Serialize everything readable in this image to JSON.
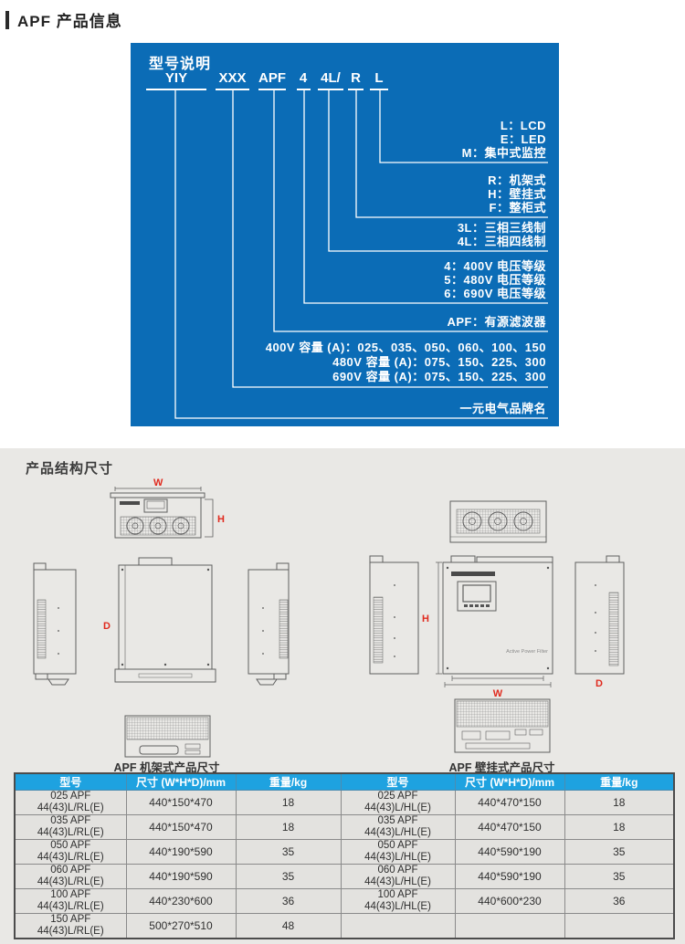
{
  "header": {
    "title": "APF 产品信息"
  },
  "model_box": {
    "title": "型号说明",
    "segments": [
      "YIY",
      "XXX",
      "APF",
      "4",
      "4L/",
      "R",
      "L"
    ],
    "groups": {
      "display": [
        "L：LCD",
        "E：LED",
        "M：集中式监控"
      ],
      "mount": [
        "R：机架式",
        "H：壁挂式",
        "F：整柜式"
      ],
      "wiring": [
        "3L：三相三线制",
        "4L：三相四线制"
      ],
      "voltage": [
        "4：400V 电压等级",
        "5：480V 电压等级",
        "6：690V 电压等级"
      ],
      "product": [
        "APF：有源滤波器"
      ],
      "capacity": [
        "400V 容量 (A)：025、035、050、060、100、150",
        "480V 容量 (A)：075、150、225、300",
        "690V 容量 (A)：075、150、225、300"
      ],
      "brand": [
        "一元电气品牌名"
      ]
    }
  },
  "structure": {
    "title": "产品结构尺寸",
    "dim_w": "W",
    "dim_h": "H",
    "dim_d": "D",
    "panel_text": "Active Power Filter",
    "captions": {
      "rack": "APF 机架式产品尺寸",
      "wall": "APF 壁挂式产品尺寸"
    }
  },
  "table": {
    "headers": [
      "型号",
      "尺寸 (W*H*D)/mm",
      "重量/kg",
      "型号",
      "尺寸 (W*H*D)/mm",
      "重量/kg"
    ],
    "rows": [
      {
        "m1a": "025 APF",
        "m1b": "44(43)L/RL(E)",
        "size1": "440*150*470",
        "wt1": "18",
        "m2a": "025 APF",
        "m2b": "44(43)L/HL(E)",
        "size2": "440*470*150",
        "wt2": "18"
      },
      {
        "m1a": "035 APF",
        "m1b": "44(43)L/RL(E)",
        "size1": "440*150*470",
        "wt1": "18",
        "m2a": "035 APF",
        "m2b": "44(43)L/HL(E)",
        "size2": "440*470*150",
        "wt2": "18"
      },
      {
        "m1a": "050 APF",
        "m1b": "44(43)L/RL(E)",
        "size1": "440*190*590",
        "wt1": "35",
        "m2a": "050 APF",
        "m2b": "44(43)L/HL(E)",
        "size2": "440*590*190",
        "wt2": "35"
      },
      {
        "m1a": "060 APF",
        "m1b": "44(43)L/RL(E)",
        "size1": "440*190*590",
        "wt1": "35",
        "m2a": "060 APF",
        "m2b": "44(43)L/HL(E)",
        "size2": "440*590*190",
        "wt2": "35"
      },
      {
        "m1a": "100 APF",
        "m1b": "44(43)L/RL(E)",
        "size1": "440*230*600",
        "wt1": "36",
        "m2a": "100 APF",
        "m2b": "44(43)L/HL(E)",
        "size2": "440*600*230",
        "wt2": "36"
      },
      {
        "m1a": "150 APF",
        "m1b": "44(43)L/RL(E)",
        "size1": "500*270*510",
        "wt1": "48",
        "m2a": "",
        "m2b": "",
        "size2": "",
        "wt2": ""
      }
    ]
  },
  "colors": {
    "box_blue": "#0b6cb6",
    "table_header_blue": "#1ea2e0",
    "dim_red": "#e02a1e"
  }
}
